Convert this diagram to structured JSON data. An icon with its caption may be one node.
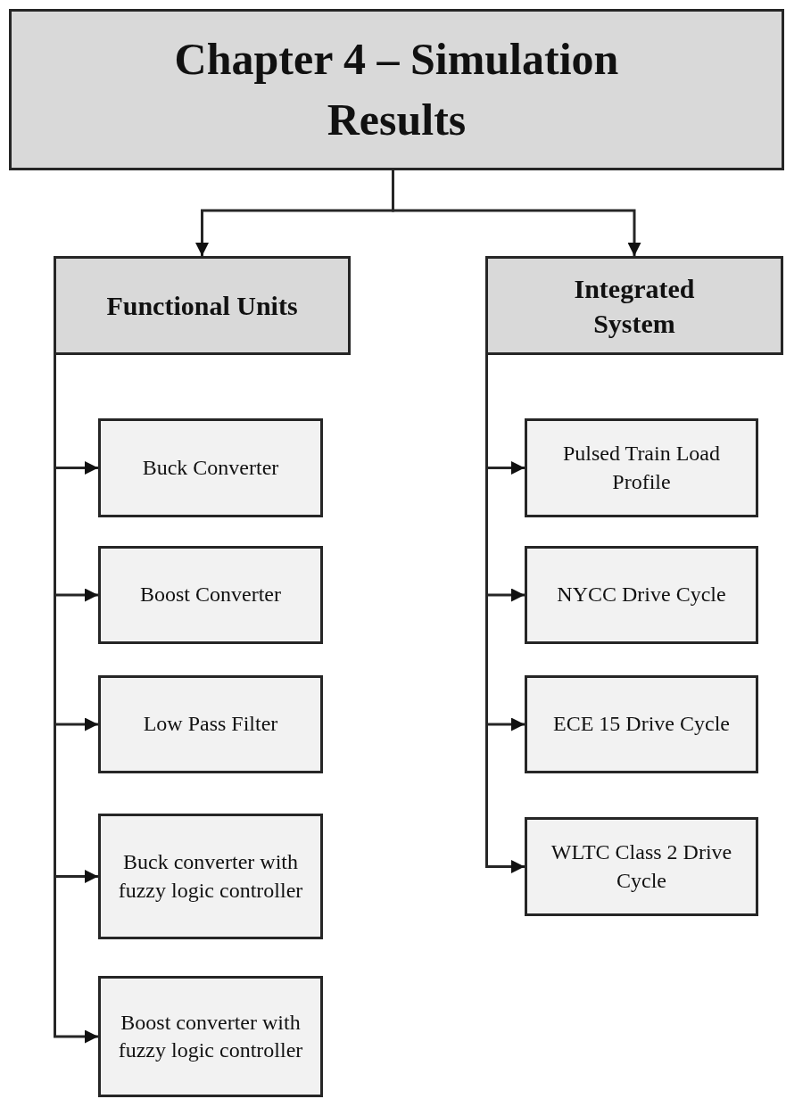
{
  "diagram": {
    "nodes": [
      {
        "text": [
          "Chapter 4 – Simulation Results"
        ]
      },
      {
        "text": [
          "Functional Units"
        ]
      },
      {
        "text": [
          "Integrated System"
        ]
      },
      {
        "text": [
          "Buck Converter"
        ]
      },
      {
        "text": [
          "Boost Converter"
        ]
      },
      {
        "text": [
          "Low Pass Filter"
        ]
      },
      {
        "text": [
          "Buck converter with fuzzy logic controller"
        ]
      },
      {
        "text": [
          "Boost converter with fuzzy logic controller"
        ]
      },
      {
        "text": [
          "Pulsed Train Load Profile"
        ]
      },
      {
        "text": [
          "NYCC Drive Cycle"
        ]
      },
      {
        "text": [
          "ECE 15 Drive Cycle"
        ]
      },
      {
        "text": [
          "WLTC Class 2 Drive Cycle"
        ]
      }
    ],
    "edges": [
      {
        "from": 0,
        "to": 1,
        "arrow": "to"
      },
      {
        "from": 0,
        "to": 2,
        "arrow": "to"
      },
      {
        "from": 1,
        "to": 3,
        "arrow": "to"
      },
      {
        "from": 1,
        "to": 4,
        "arrow": "to"
      },
      {
        "from": 1,
        "to": 5,
        "arrow": "to"
      },
      {
        "from": 1,
        "to": 6,
        "arrow": "to"
      },
      {
        "from": 1,
        "to": 7,
        "arrow": "to"
      },
      {
        "from": 2,
        "to": 8,
        "arrow": "to"
      },
      {
        "from": 2,
        "to": 9,
        "arrow": "to"
      },
      {
        "from": 2,
        "to": 10,
        "arrow": "to"
      },
      {
        "from": 2,
        "to": 11,
        "arrow": "to"
      }
    ]
  }
}
